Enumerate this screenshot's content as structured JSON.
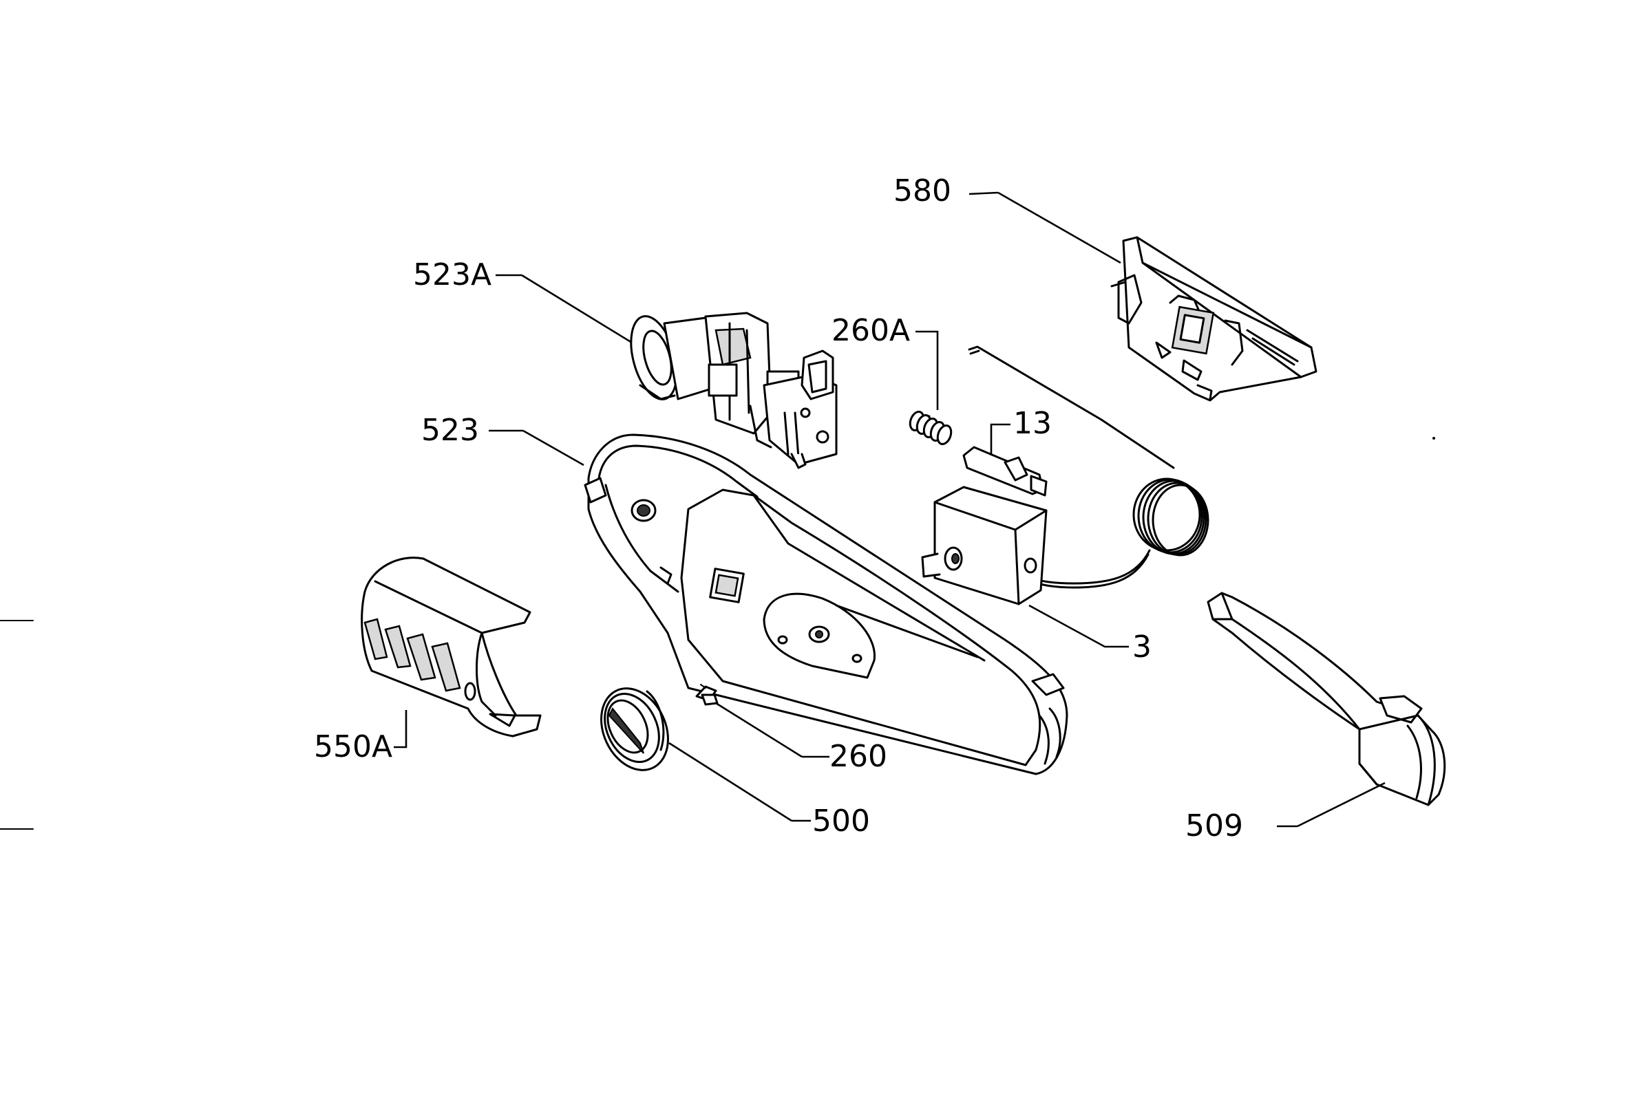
{
  "diagram": {
    "part_labels": {
      "p580": "580",
      "p523A": "523A",
      "p260A": "260A",
      "p13": "13",
      "p523": "523",
      "p3": "3",
      "p550A": "550A",
      "p260": "260",
      "p500": "500",
      "p509": "509"
    },
    "parts": [
      {
        "id": "580",
        "depicts": "mounting bracket"
      },
      {
        "id": "523A",
        "depicts": "switch / lamp holder assembly"
      },
      {
        "id": "260A",
        "depicts": "spring"
      },
      {
        "id": "13",
        "depicts": "clip"
      },
      {
        "id": "523",
        "depicts": "control housing"
      },
      {
        "id": "3",
        "depicts": "thermostat with capillary tube"
      },
      {
        "id": "550A",
        "depicts": "lamp cover"
      },
      {
        "id": "260",
        "depicts": "small clip"
      },
      {
        "id": "500",
        "depicts": "control knob"
      },
      {
        "id": "509",
        "depicts": "trim strip"
      }
    ]
  }
}
